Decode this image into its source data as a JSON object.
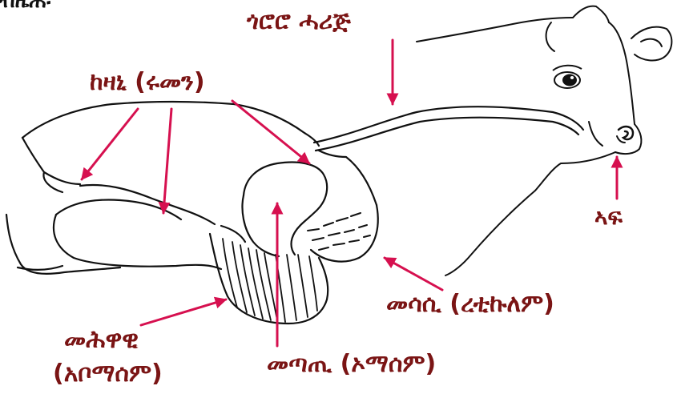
{
  "diagram": {
    "corner_text": "ብዜሕ፡",
    "labels": {
      "esophagus": "ጎሮሮ ሓሪጅ",
      "rumen": "ከዛኒ (ሩመን)",
      "mouth": "ኣፍ",
      "reticulum": "መሳሲ (ረቲኩለም)",
      "abomasum_line1": "መሕዋዊ",
      "abomasum_line2": "(አቦማሰም)",
      "omasum": "መጣጢ (ኦማሰም)"
    },
    "colors": {
      "outline": "#111111",
      "arrow": "#d6104f",
      "label": "#7a1414",
      "background": "#ffffff"
    }
  }
}
